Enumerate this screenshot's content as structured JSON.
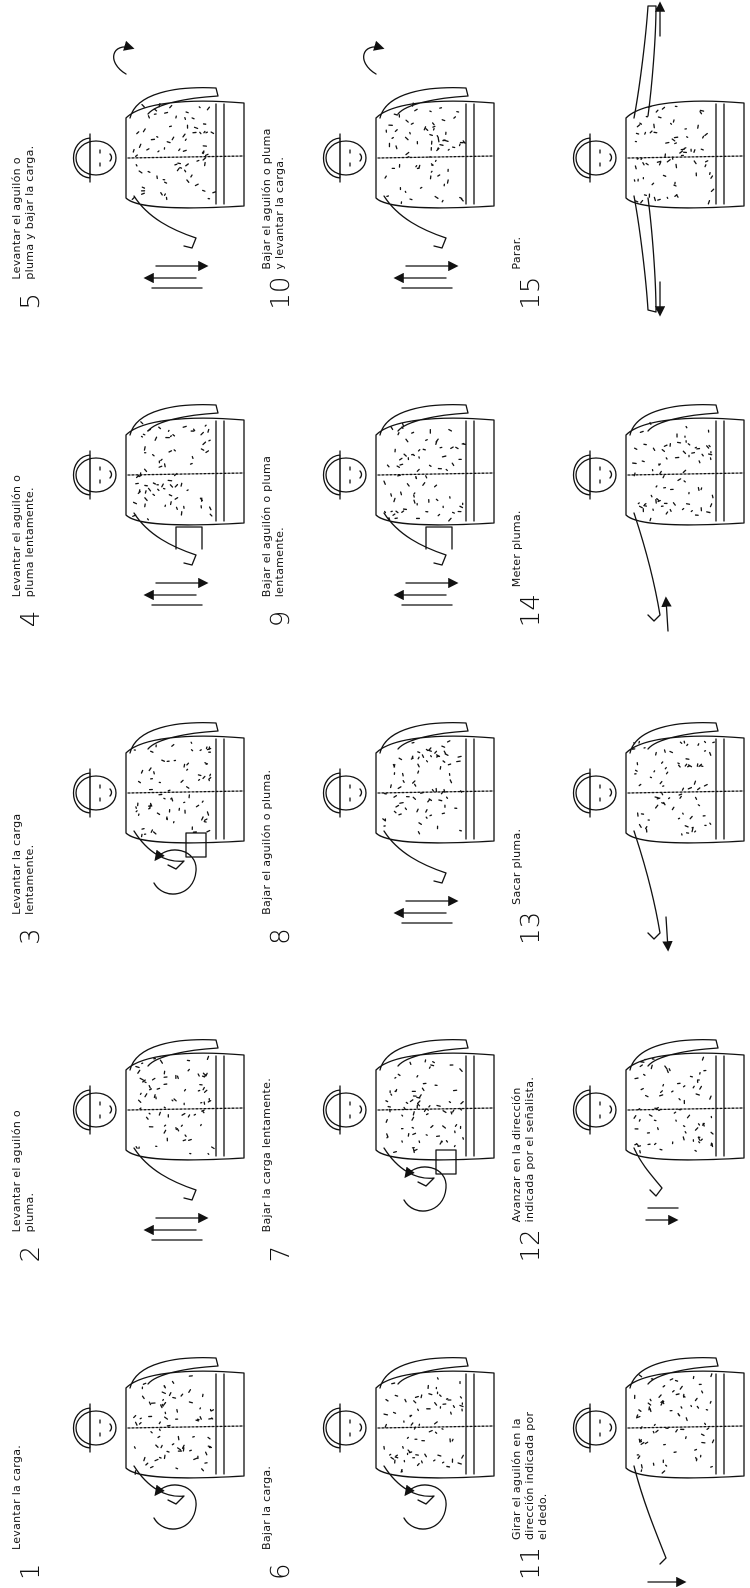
{
  "sheet": {
    "rows": [
      [
        {
          "num": "1",
          "caption": "Levantar la carga.",
          "gesture": "circle-finger-up"
        },
        {
          "num": "2",
          "caption": "Levantar el aguilón o\npluma.",
          "gesture": "thumb-up"
        },
        {
          "num": "3",
          "caption": "Levantar la carga\nlentamente.",
          "gesture": "circle-finger-up-slow"
        },
        {
          "num": "4",
          "caption": "Levantar el aguilón o\npluma lentamente.",
          "gesture": "thumb-up-slow"
        },
        {
          "num": "5",
          "caption": "Levantar el aguilón o\npluma y bajar la carga.",
          "gesture": "thumb-up-fingers"
        }
      ],
      [
        {
          "num": "6",
          "caption": "Bajar la carga.",
          "gesture": "circle-finger-down"
        },
        {
          "num": "7",
          "caption": "Bajar la carga lentamente.",
          "gesture": "circle-finger-down-slow"
        },
        {
          "num": "8",
          "caption": "Bajar el aguilón o pluma.",
          "gesture": "thumb-down"
        },
        {
          "num": "9",
          "caption": "Bajar el aguilón o pluma\nlentamente.",
          "gesture": "thumb-down-slow"
        },
        {
          "num": "10",
          "caption": "Bajar el aguilón o pluma\ny levantar la carga.",
          "gesture": "thumb-down-fingers"
        }
      ],
      [
        {
          "num": "11",
          "caption": "Girar el aguilón en la\ndirección indicada por\nel dedo.",
          "gesture": "point-side"
        },
        {
          "num": "12",
          "caption": "Avanzar en la dirección\nindicada por el señalista.",
          "gesture": "push-forward"
        },
        {
          "num": "13",
          "caption": "Sacar pluma.",
          "gesture": "thumbs-out"
        },
        {
          "num": "14",
          "caption": "Meter pluma.",
          "gesture": "thumbs-in"
        },
        {
          "num": "15",
          "caption": "Parar.",
          "gesture": "arms-extended"
        }
      ]
    ]
  }
}
